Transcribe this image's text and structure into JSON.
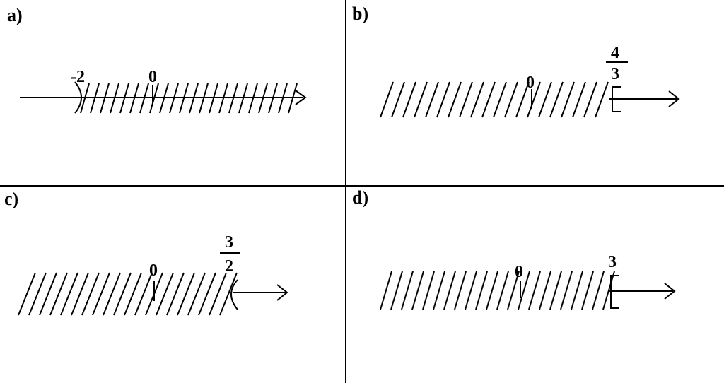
{
  "panels": [
    {
      "label": "a)",
      "marks": {
        "zero": "0",
        "endpoint": "-2"
      }
    },
    {
      "label": "b)",
      "marks": {
        "zero": "0",
        "numerator": "4",
        "denominator": "3"
      }
    },
    {
      "label": "c)",
      "marks": {
        "zero": "0",
        "numerator": "3",
        "denominator": "2"
      }
    },
    {
      "label": "d)",
      "marks": {
        "zero": "0",
        "endpoint": "3"
      }
    }
  ]
}
